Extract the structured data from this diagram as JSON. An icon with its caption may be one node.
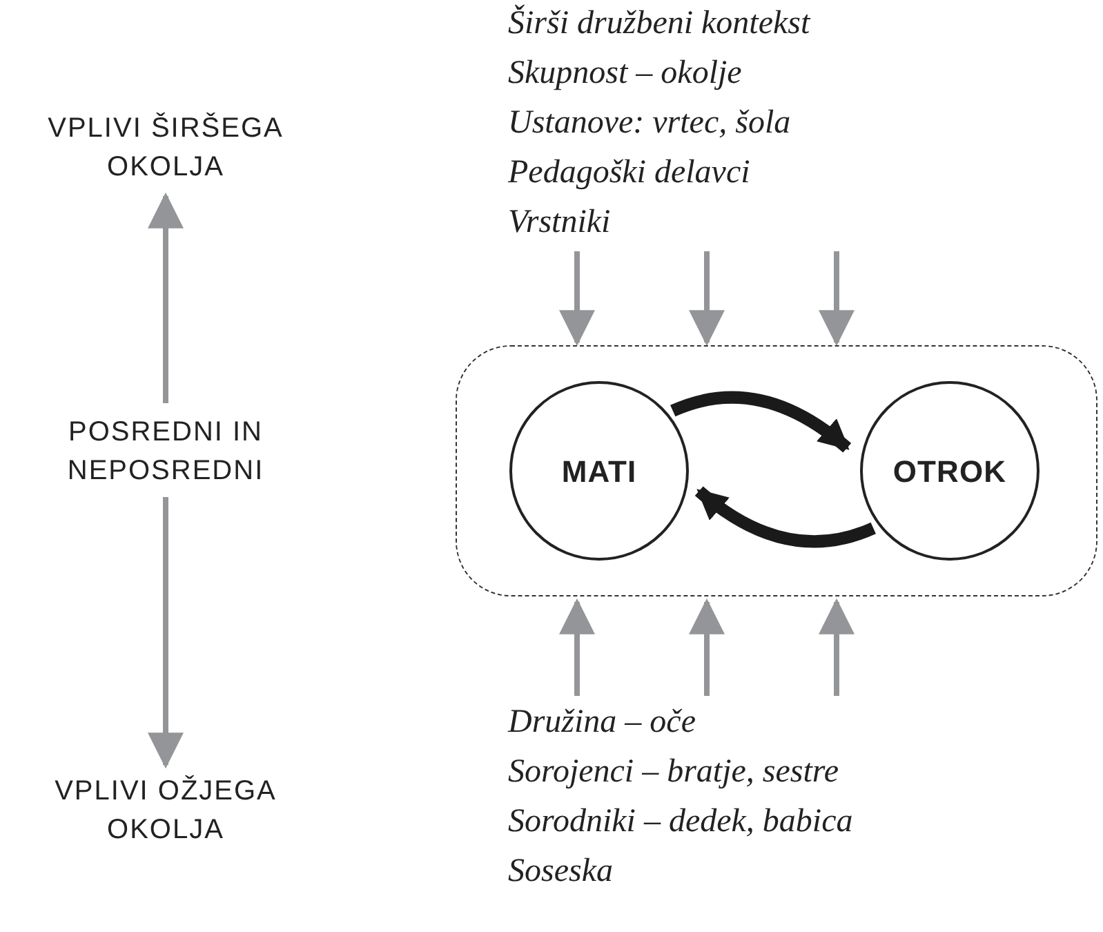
{
  "diagram": {
    "nodes": [
      {
        "text": [
          "VPLIVI ŠIRŠEGA OKOLJA"
        ]
      },
      {
        "text": [
          "POSREDNI IN NEPOSREDNI"
        ]
      },
      {
        "text": [
          "VPLIVI OŽJEGA OKOLJA"
        ]
      },
      {
        "text": [
          "Širši družbeni kontekst",
          "Skupnost – okolje",
          "Ustanove: vrtec, šola",
          "Pedagoški delavci",
          "Vrstniki"
        ]
      },
      {
        "text": [],
        "shape": "box"
      },
      {
        "text": [
          "MATI"
        ],
        "in": 4
      },
      {
        "text": [
          "OTROK"
        ],
        "in": 4
      },
      {
        "text": [
          "Družina – oče",
          "Sorojenci – bratje, sestre",
          "Sorodniki – dedek, babica",
          "Soseska"
        ]
      }
    ],
    "edges": [
      {
        "from": 1,
        "to": 0,
        "arrow": "to"
      },
      {
        "from": 1,
        "to": 2,
        "arrow": "to"
      },
      {
        "from": 3,
        "to": 4,
        "arrow": "to"
      },
      {
        "from": 3,
        "to": 4,
        "arrow": "to"
      },
      {
        "from": 3,
        "to": 4,
        "arrow": "to"
      },
      {
        "from": 7,
        "to": 4,
        "arrow": "to"
      },
      {
        "from": 7,
        "to": 4,
        "arrow": "to"
      },
      {
        "from": 7,
        "to": 4,
        "arrow": "to"
      },
      {
        "from": 5,
        "to": 6,
        "arrow": "to",
        "style": "thick",
        "color": "#1a1a1a"
      },
      {
        "from": 6,
        "to": 5,
        "arrow": "to",
        "style": "thick",
        "color": "#1a1a1a"
      }
    ]
  }
}
